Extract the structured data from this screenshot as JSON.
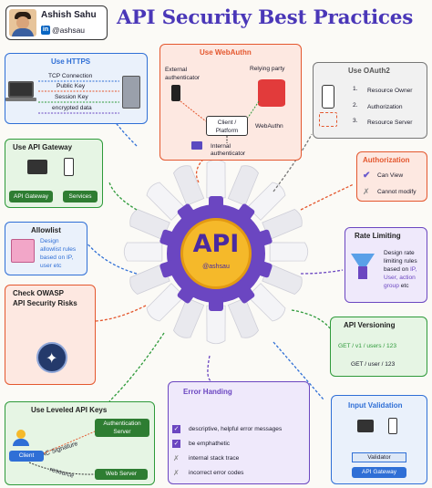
{
  "header": {
    "author_name": "Ashish Sahu",
    "handle": "@ashsau",
    "linkedin_icon": "linkedin-icon",
    "title": "API Security Best Practices"
  },
  "center": {
    "label": "API",
    "handle": "@ashsau"
  },
  "https": {
    "title": "Use HTTPS",
    "items": [
      "TCP Connection",
      "Public Key",
      "Session Key",
      "encrypted data"
    ]
  },
  "webauthn": {
    "title": "Use WebAuthn",
    "external": "External\nauthenticator",
    "relying": "Relying party",
    "client": "Client /\nPlatform",
    "webauthn": "WebAuthn",
    "internal": "Internal\nauthenticator"
  },
  "oauth": {
    "title": "Use OAuth2",
    "steps": [
      "1.",
      "2.",
      "3."
    ],
    "items": [
      "Resource Owner",
      "Authorization",
      "Resource Server"
    ]
  },
  "gateway": {
    "title": "Use API Gateway",
    "buttons": [
      "API Gateway",
      "Services"
    ]
  },
  "authorization": {
    "title": "Authorization",
    "items": [
      "Can View",
      "Cannot modify"
    ]
  },
  "allowlist": {
    "title": "Allowlist",
    "lines": [
      "Design",
      "allowlist rules",
      "based on IP,",
      "user etc"
    ]
  },
  "ratelimit": {
    "title": "Rate Limiting",
    "lines": [
      "Design rate",
      "limiting rules",
      "based on "
    ],
    "highlight_ip": "IP,",
    "highlight_user": "User,",
    "highlight_action": "action",
    "highlight_group": "group",
    "tail": " etc"
  },
  "owasp": {
    "title_line1": "Check OWASP",
    "title_line2": "API Security Risks"
  },
  "versioning": {
    "title": "API Versioning",
    "items": [
      "GET / v1 / users / 123",
      "GET / user / 123"
    ]
  },
  "keys": {
    "title": "Use Leveled API Keys",
    "auth_server": "Authentication\nServer",
    "hmac": "HMAC Signature",
    "client": "Client",
    "resource": "resource",
    "web_server": "Web Server"
  },
  "errors": {
    "title": "Error Handing",
    "items": [
      "descriptive, helpful error messages",
      "be emphathetic",
      "internal stack trace",
      "incorrect error codes"
    ]
  },
  "validation": {
    "title": "Input Validation",
    "validator": "Validator",
    "gateway": "API Gateway"
  },
  "colors": {
    "purple": "#6b46c1",
    "blue": "#2f6fd6",
    "orange": "#e4572e",
    "green": "#2e9a3a",
    "grey": "#777777"
  }
}
